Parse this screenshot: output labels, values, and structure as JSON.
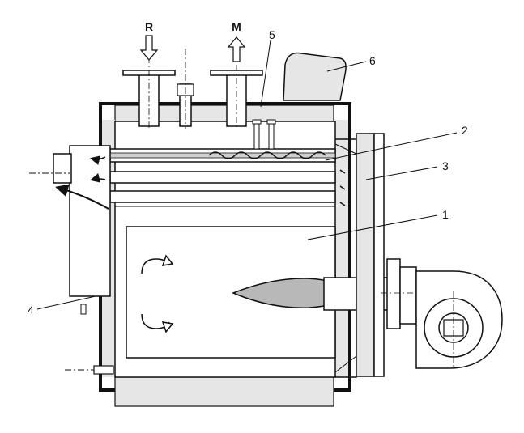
{
  "diagram": {
    "flow_labels": {
      "return": "R",
      "flow": "M"
    },
    "callouts": [
      {
        "id": "1",
        "text": "1"
      },
      {
        "id": "2",
        "text": "2"
      },
      {
        "id": "3",
        "text": "3"
      },
      {
        "id": "4",
        "text": "4"
      },
      {
        "id": "5",
        "text": "5"
      },
      {
        "id": "6",
        "text": "6"
      }
    ],
    "colors": {
      "outline": "#111111",
      "casing_fill": "#e6e6e6",
      "flame_fill": "#b8b8b8",
      "background": "#ffffff"
    }
  }
}
